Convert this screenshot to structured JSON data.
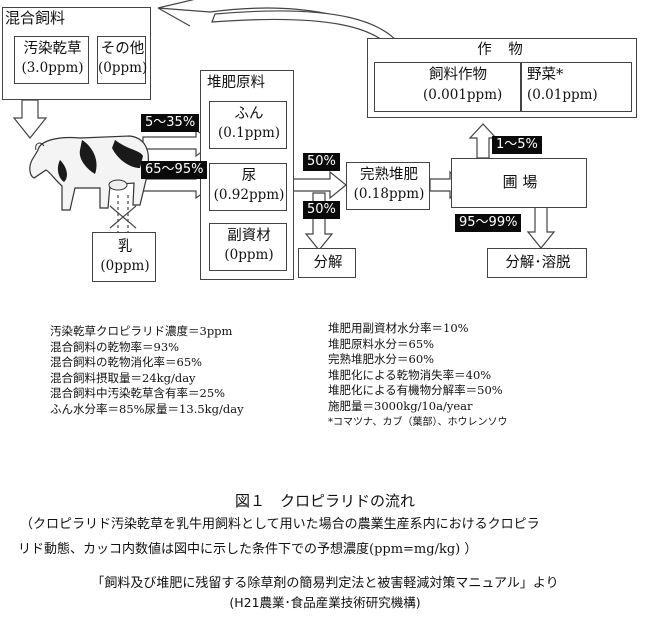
{
  "feed": {
    "title": "混合飼料",
    "contaminated_hay": "汚染乾草",
    "contaminated_hay_value": "(3.0ppm)",
    "other": "その他",
    "other_value": "(0ppm)"
  },
  "milk": {
    "label": "乳",
    "value": "(0ppm)"
  },
  "compost_materials": {
    "title": "堆肥原料",
    "feces": "ふん",
    "feces_value": "(0.1ppm)",
    "urine": "尿",
    "urine_value": "(0.92ppm)",
    "additive": "副資材",
    "additive_value": "(0ppm)"
  },
  "flows": {
    "to_feces": "5～35%",
    "to_urine": "65～95%",
    "to_compost": "50%",
    "to_decomp": "50%",
    "to_crops": "1～5%",
    "field_loss": "95～99%"
  },
  "mature_compost": {
    "label": "完熟堆肥",
    "value": "(0.18ppm)"
  },
  "decomposition": "分解",
  "field": "圃 場",
  "decomp_leach": "分解･溶脱",
  "crops": {
    "title": "作 物",
    "feed_crop": "飼料作物",
    "feed_crop_value": "(0.001ppm)",
    "vegetable": "野菜*",
    "vegetable_value": "(0.01ppm)"
  },
  "params_left": [
    "汚染乾草クロピラリド濃度＝3ppm",
    "混合飼料の乾物率＝93%",
    "混合飼料の乾物消化率＝65%",
    "混合飼料摂取量＝24kg/day",
    "混合飼料中汚染乾草含有率＝25%",
    "ふん水分率＝85%尿量＝13.5kg/day"
  ],
  "params_right": [
    "堆肥用副資材水分率＝10%",
    "堆肥原料水分＝65%",
    "完熟堆肥水分＝60%",
    "堆肥化による乾物消失率＝40%",
    "堆肥化による有機物分解率＝50%",
    "施肥量＝3000kg/10a/year"
  ],
  "footnote": "*コマツナ、カブ（葉部）、ホウレンソウ",
  "caption": {
    "title": "図１　クロピラリドの流れ",
    "desc1": "（クロピラリド汚染乾草を乳牛用飼料として用いた場合の農業生産系内におけるクロピラ",
    "desc2": "リド動態、カッコ内数値は図中に示した条件下での予想濃度(ppm=mg/kg) ）",
    "source": "「飼料及び堆肥に残留する除草剤の簡易判定法と被害軽減対策マニュアル」より",
    "org": "(H21農業･食品産業技術研究機構)"
  },
  "colors": {
    "arrow_fill": "#ffffff",
    "arrow_stroke": "#444444",
    "badge_bg": "#0a0a0a",
    "badge_text": "#ffffff"
  }
}
